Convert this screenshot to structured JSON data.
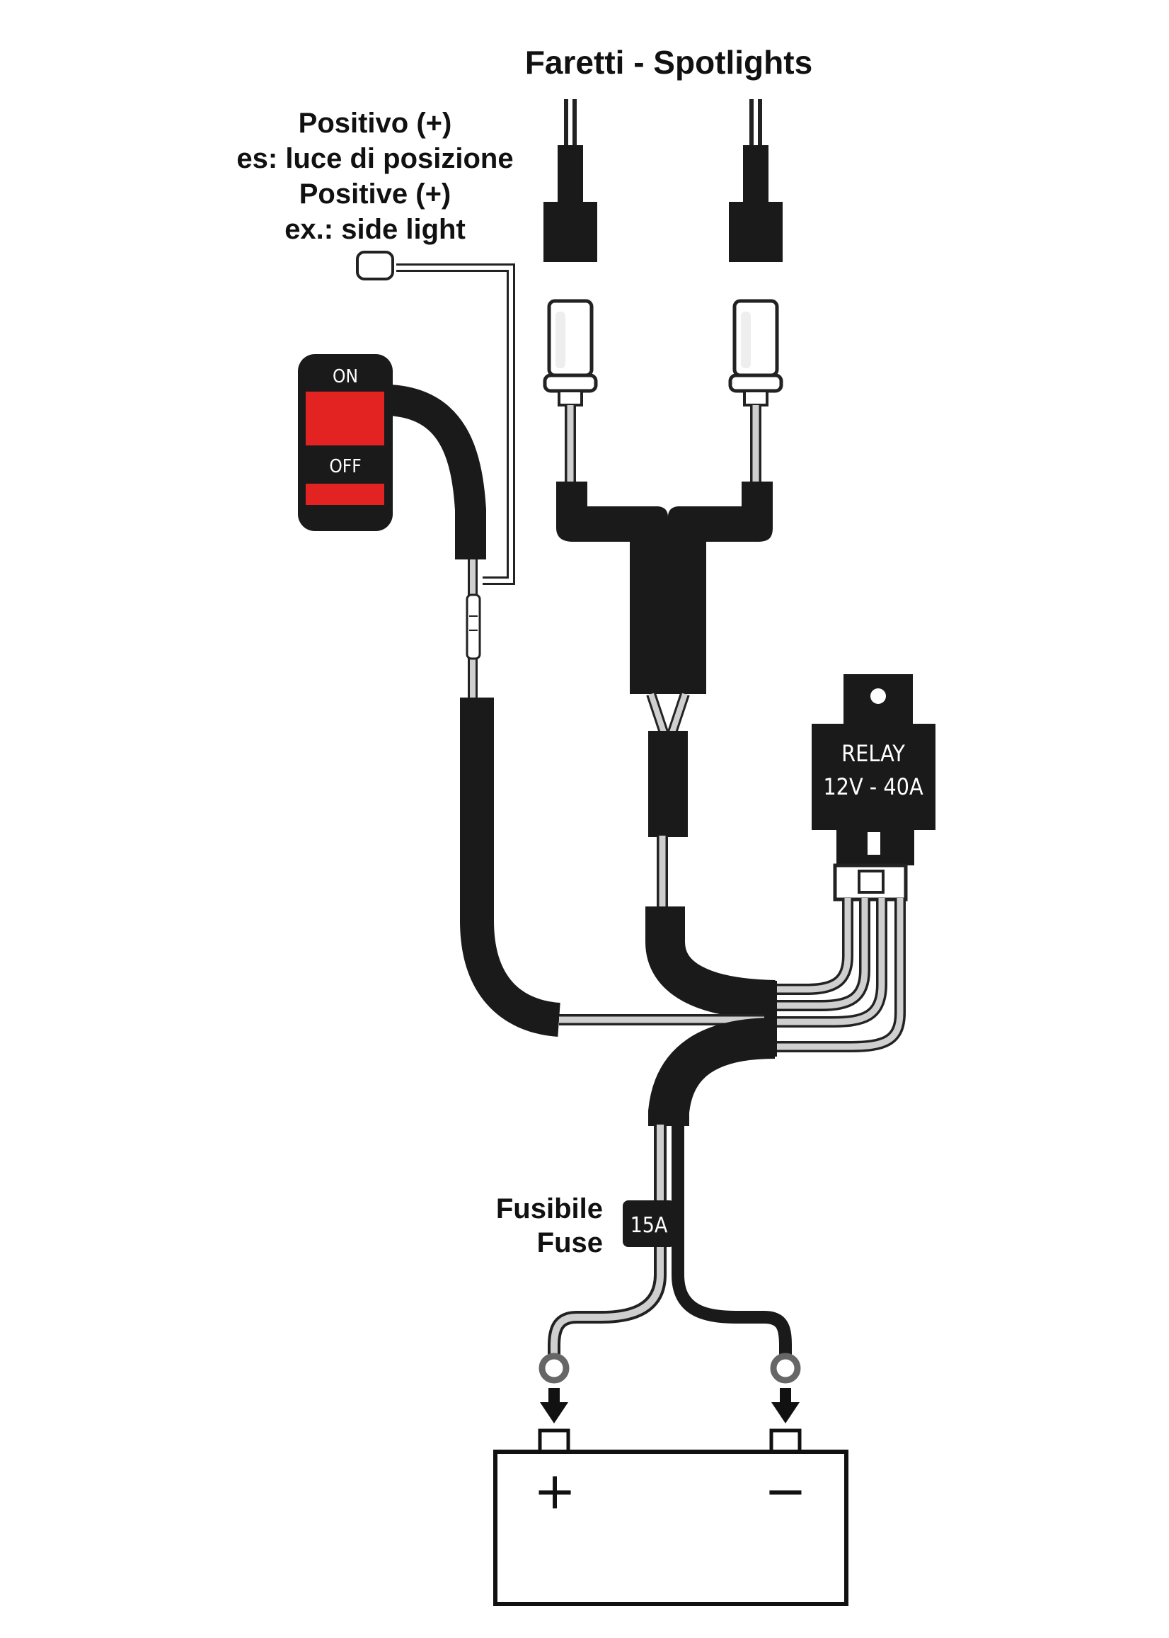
{
  "labels": {
    "spotlights": "Faretti - Spotlights",
    "positive_it": "Positivo (+)",
    "positive_it_example": "es: luce di posizione",
    "positive_en": "Positive (+)",
    "positive_en_example": "ex.: side light",
    "switch_on": "ON",
    "switch_off": "OFF",
    "relay_name": "RELAY",
    "relay_rating": "12V - 40A",
    "fuse_it": "Fusibile",
    "fuse_en": "Fuse",
    "fuse_rating": "15A",
    "battery_plus": "+",
    "battery_minus": "−"
  },
  "colors": {
    "sheath": "#1a1a1a",
    "wire_light": "#cfcfcf",
    "switch_red": "#e32222",
    "ink": "#111111"
  }
}
